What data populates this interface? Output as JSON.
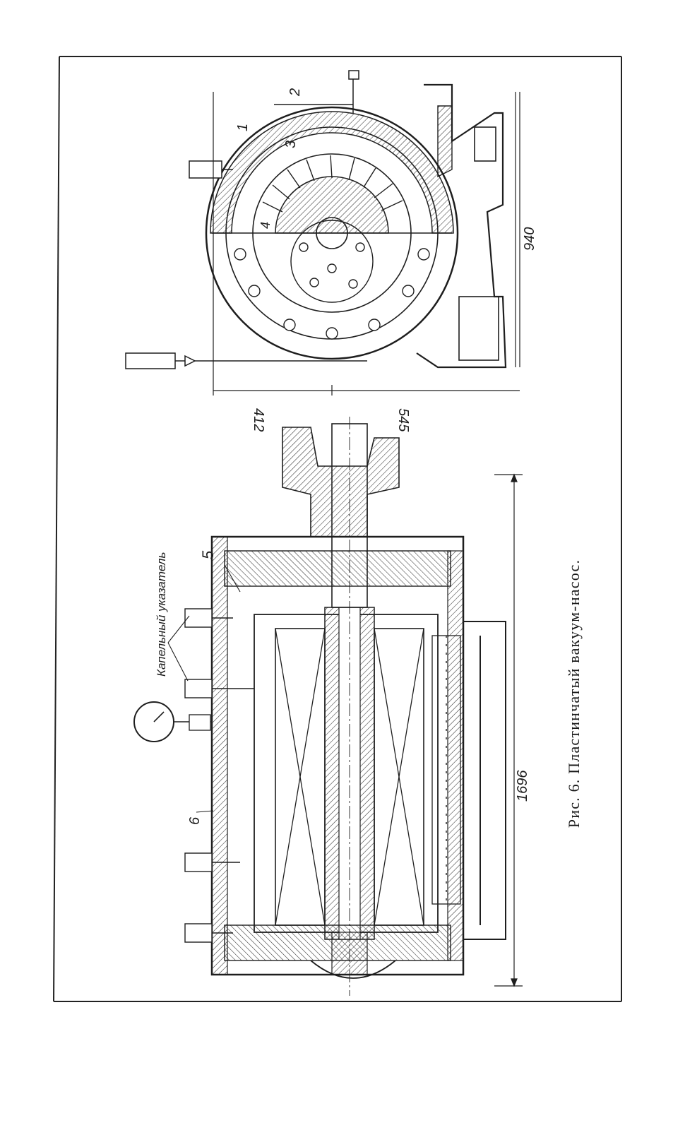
{
  "figure": {
    "caption": "Рис. 6. Пластинчатый вакуум-насос.",
    "labels": {
      "drip_indicator": "Капельный указатель",
      "n1": "1",
      "n2": "2",
      "n3": "3",
      "n4": "4",
      "n5": "5",
      "n6": "6"
    },
    "dimensions": {
      "total_length": "1696",
      "height": "940",
      "lower_part": "545",
      "upper_part": "412"
    }
  },
  "colors": {
    "ink": "#1e1e1e",
    "paper": "#ffffff"
  }
}
